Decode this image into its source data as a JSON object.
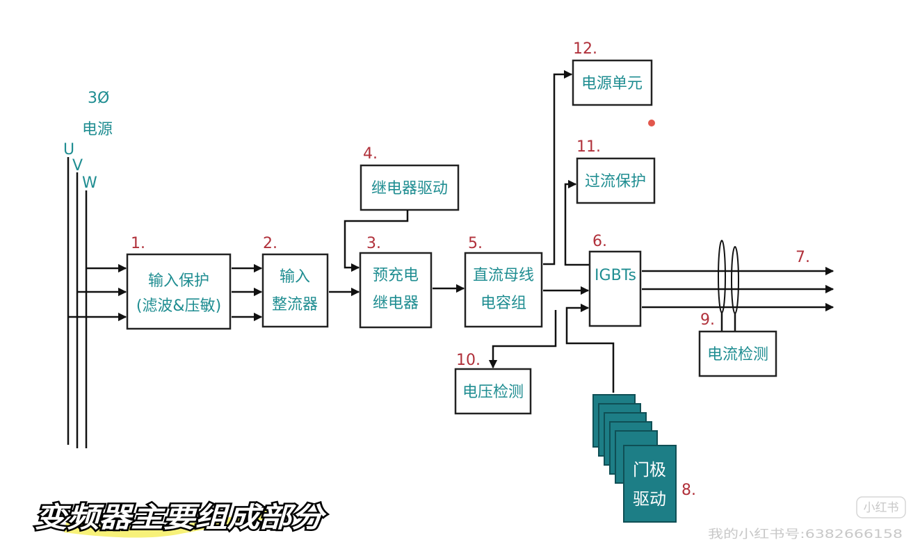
{
  "source": {
    "phase": "3Ø",
    "label": "电源",
    "u": "U",
    "v": "V",
    "w": "W"
  },
  "blocks": {
    "input_protection": {
      "num": "1.",
      "line1": "输入保护",
      "line2": "(滤波&压敏)"
    },
    "input_rectifier": {
      "num": "2.",
      "line1": "输入",
      "line2": "整流器"
    },
    "precharge_relay": {
      "num": "3.",
      "line1": "预充电",
      "line2": "继电器"
    },
    "relay_driver": {
      "num": "4.",
      "label": "继电器驱动"
    },
    "dc_bus_capacitor": {
      "num": "5.",
      "line1": "直流母线",
      "line2": "电容组"
    },
    "igbts": {
      "num": "6.",
      "label": "IGBTs"
    },
    "output": {
      "num": "7."
    },
    "gate_driver": {
      "num": "8.",
      "line1": "门极",
      "line2": "驱动"
    },
    "current_detection": {
      "num": "9.",
      "label": "电流检测"
    },
    "voltage_detection": {
      "num": "10.",
      "label": "电压检测"
    },
    "overcurrent_protection": {
      "num": "11.",
      "label": "过流保护"
    },
    "power_unit": {
      "num": "12.",
      "label": "电源单元"
    }
  },
  "caption": "变频器主要组成部分",
  "watermark": {
    "logo": "小红书",
    "id": "我的小红书号:6382666158"
  },
  "colors": {
    "label": "#1f8d91",
    "number": "#b0303a",
    "gate_block": "#1d7e86",
    "caption_highlight": "#f6ef6a"
  }
}
